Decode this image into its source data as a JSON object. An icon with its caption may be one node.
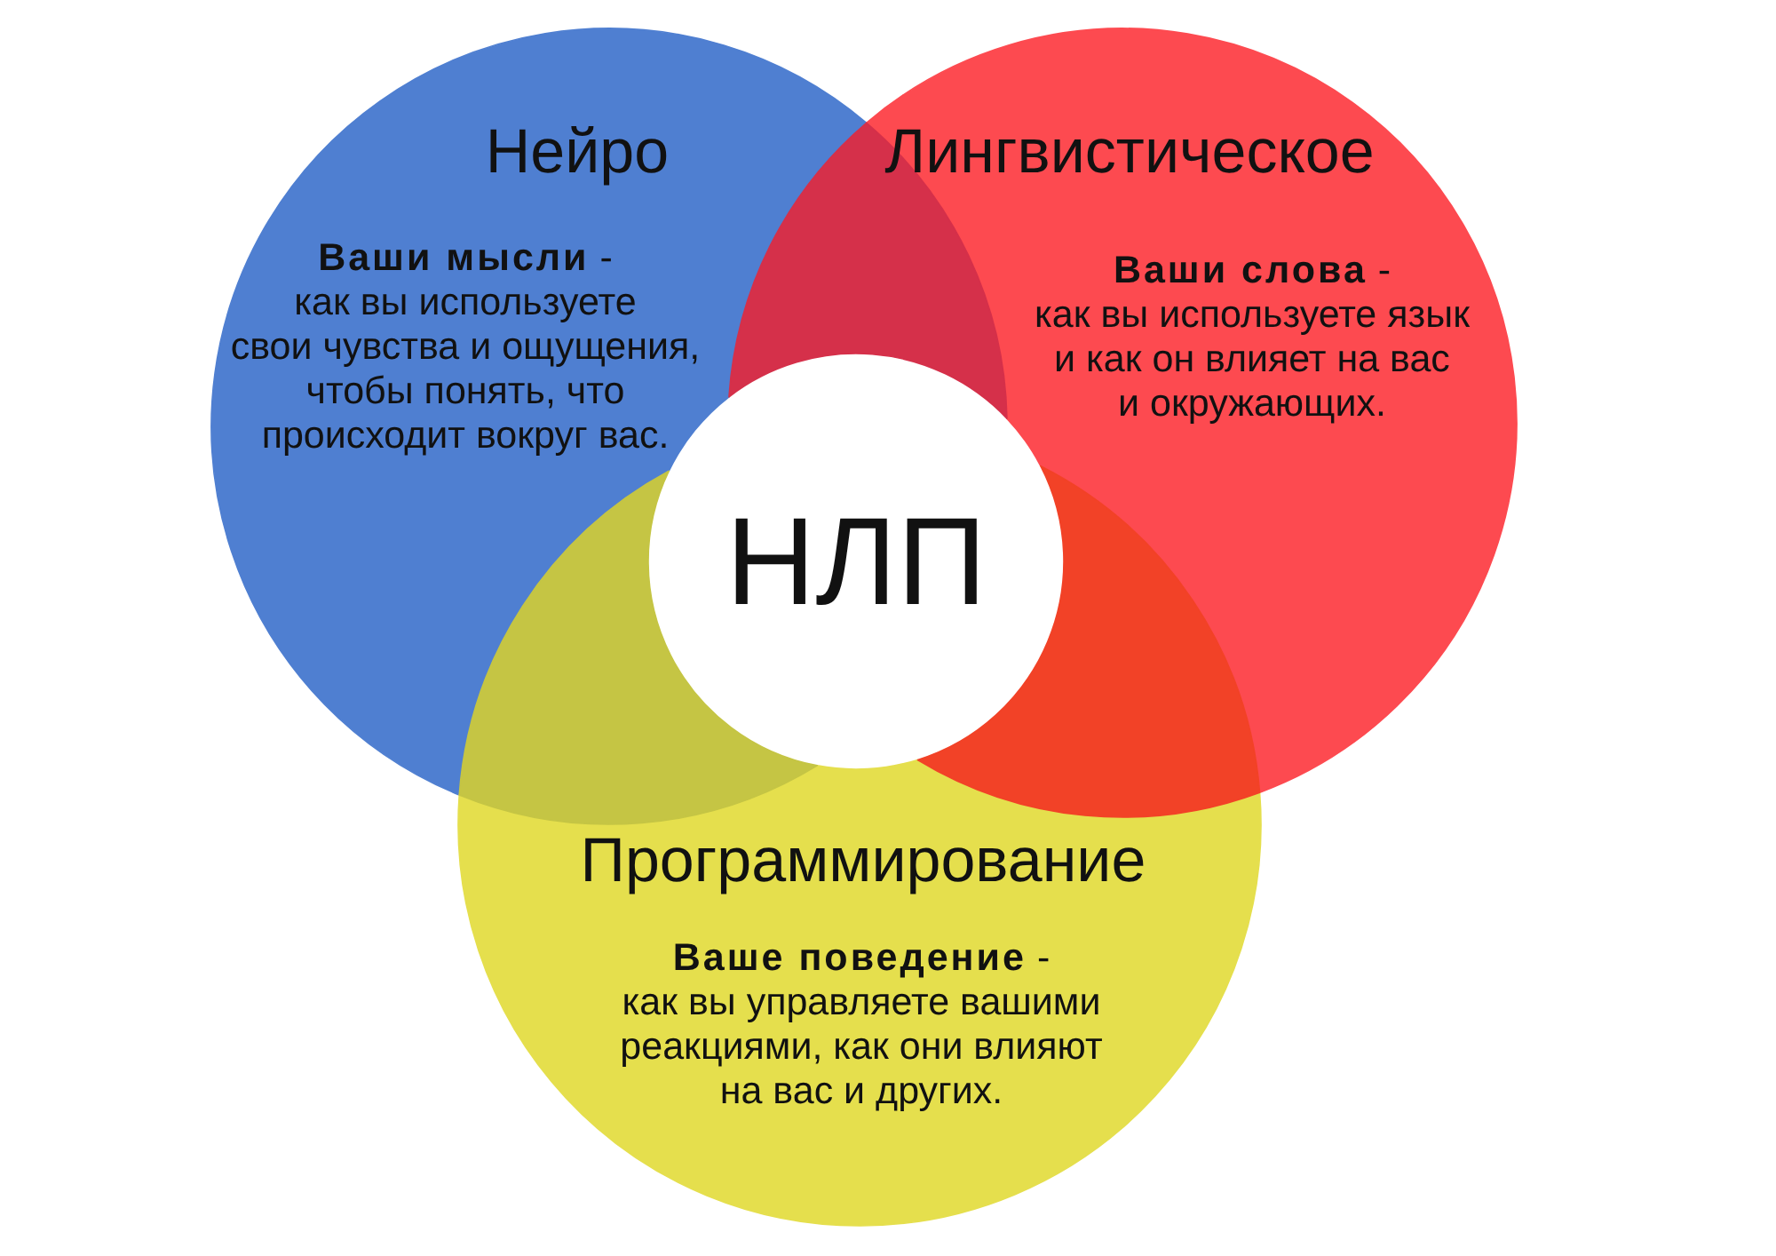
{
  "diagram": {
    "nodes": [
      {
        "text": [
          "Нейро",
          "**Ваши мысли** - как вы используете свои чувства и ощущения, чтобы понять, что происходит вокруг вас."
        ]
      },
      {
        "text": [
          "Лингвистическое",
          "**Ваши слова** - как вы используете язык и как он влияет на вас и окружающих."
        ]
      },
      {
        "text": [
          "Программирование",
          "**Ваше поведение** - как вы управляете вашими реакциями, как они влияют на вас и других."
        ]
      },
      {
        "text": [
          "НЛП"
        ]
      },
      {
        "text": [],
        "shape": "lens"
      },
      {
        "text": [],
        "shape": "lens"
      },
      {
        "text": [],
        "shape": "lens"
      }
    ]
  }
}
